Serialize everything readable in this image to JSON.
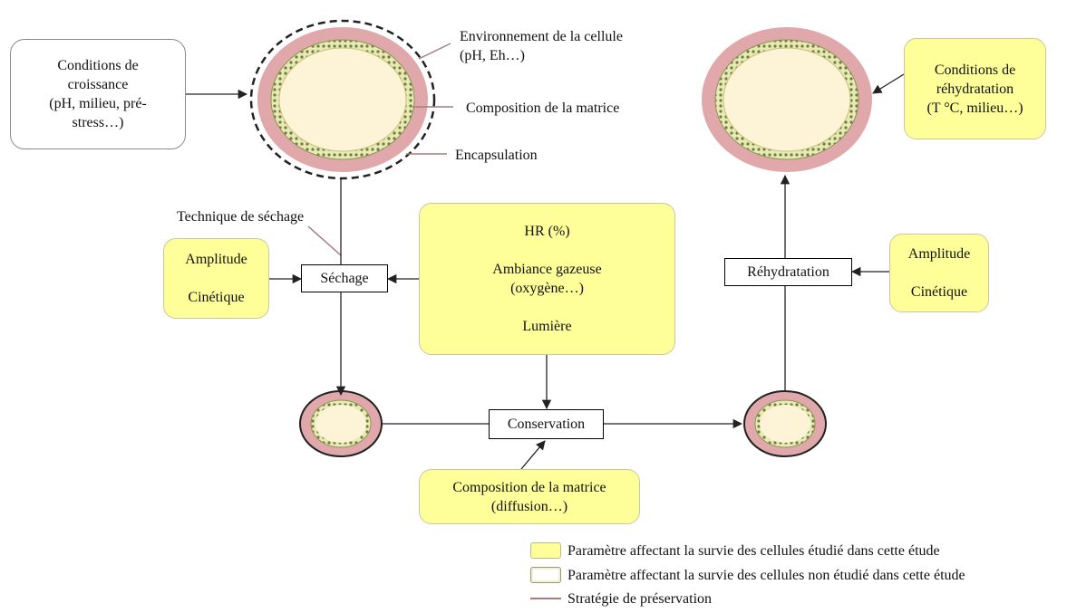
{
  "cell_labels": {
    "environment": [
      "Environnement de la cellule",
      "(pH, Eh…)"
    ],
    "matrix": "Composition de la matrice",
    "encapsulation": "Encapsulation"
  },
  "growth_conditions": [
    "Conditions de",
    "croissance",
    "(pH, milieu, pré-",
    "stress…)"
  ],
  "rehydration_conditions": [
    "Conditions de",
    "réhydratation",
    "(T °C, milieu…)"
  ],
  "drying_technique": "Technique de séchage",
  "drying_params": {
    "amplitude": "Amplitude",
    "kinetics": "Cinétique"
  },
  "rehydration_params": {
    "amplitude": "Amplitude",
    "kinetics": "Cinétique"
  },
  "steps": {
    "drying": "Séchage",
    "conservation": "Conservation",
    "rehydration": "Réhydratation"
  },
  "storage_conditions": {
    "humidity": "HR (%)",
    "atmosphere": [
      "Ambiance gazeuse",
      "(oxygène…)"
    ],
    "light": "Lumière"
  },
  "matrix_composition": [
    "Composition de la matrice",
    "(diffusion…)"
  ],
  "legend": {
    "studied": "Paramètre affectant la survie des cellules étudié dans cette étude",
    "not_studied": "Paramètre affectant la survie des cellules non étudié dans cette étude",
    "strategy": "Stratégie de préservation"
  },
  "colors": {
    "studied_fill": "#ffff99",
    "cell_interior": "#fdf3d6",
    "capsule": "#e0a8ab",
    "membrane": "#cfd38a",
    "strategy_line": "#a97a7c"
  }
}
